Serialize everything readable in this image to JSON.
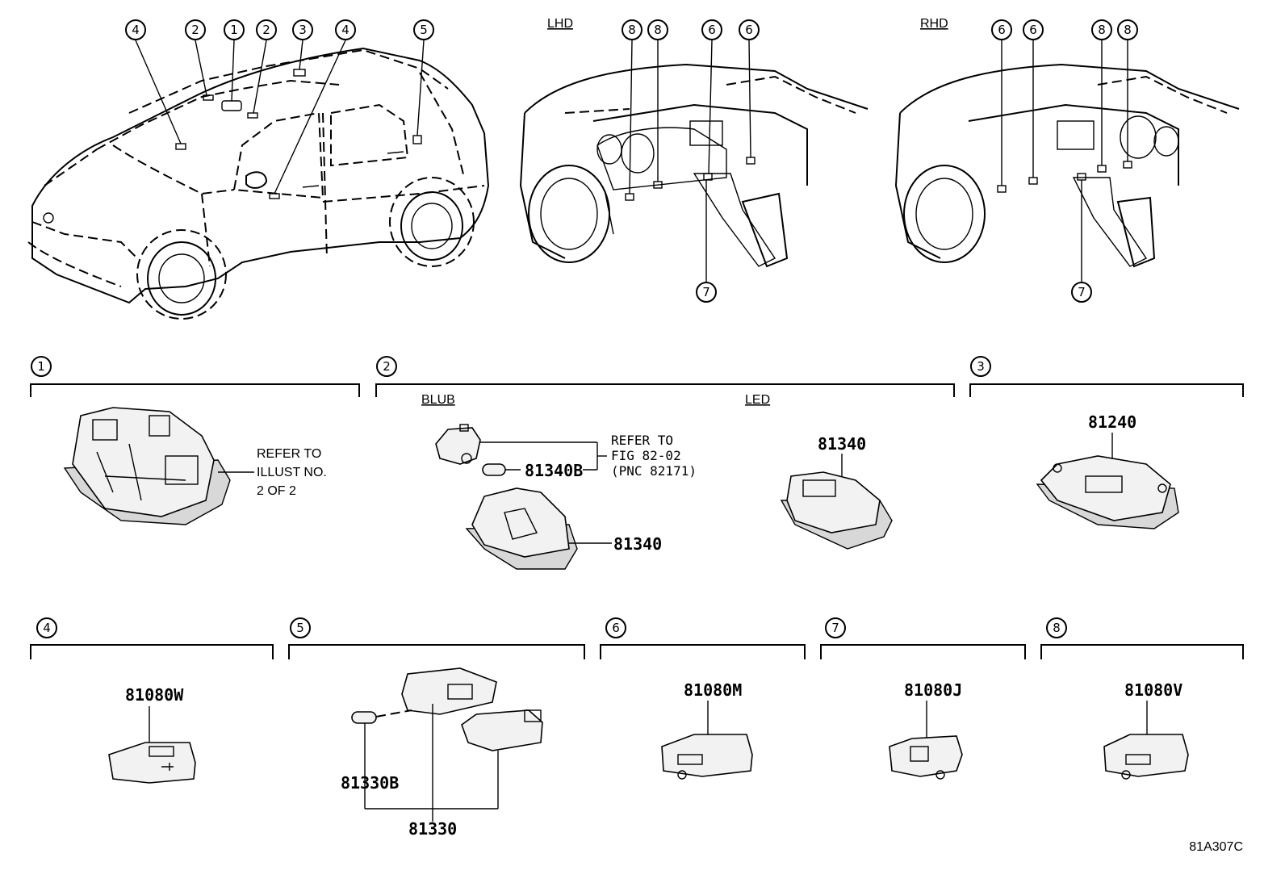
{
  "overview": {
    "lhd_label": "LHD",
    "rhd_label": "RHD",
    "vehicle_callouts": [
      "4",
      "2",
      "1",
      "2",
      "3",
      "4",
      "5"
    ],
    "lhd_callouts_top": [
      "8",
      "8",
      "6",
      "6"
    ],
    "lhd_callout_bottom": "7",
    "rhd_callouts_top": [
      "6",
      "6",
      "8",
      "8"
    ],
    "rhd_callout_bottom": "7"
  },
  "sections": [
    {
      "id": "1",
      "parts": [],
      "refer": [
        "REFER TO",
        "ILLUST NO.",
        "2 OF 2"
      ]
    },
    {
      "id": "2",
      "sub_labels": [
        "BLUB",
        "LED"
      ],
      "parts": [
        "81340B",
        "81340",
        "81340"
      ],
      "refer": [
        "REFER TO",
        "FIG 82-02",
        "(PNC 82171)"
      ]
    },
    {
      "id": "3",
      "parts": [
        "81240"
      ]
    },
    {
      "id": "4",
      "parts": [
        "81080W"
      ]
    },
    {
      "id": "5",
      "parts": [
        "81330B",
        "81330"
      ]
    },
    {
      "id": "6",
      "parts": [
        "81080M"
      ]
    },
    {
      "id": "7",
      "parts": [
        "81080J"
      ]
    },
    {
      "id": "8",
      "parts": [
        "81080V"
      ]
    }
  ],
  "figure_code": "81A307C"
}
